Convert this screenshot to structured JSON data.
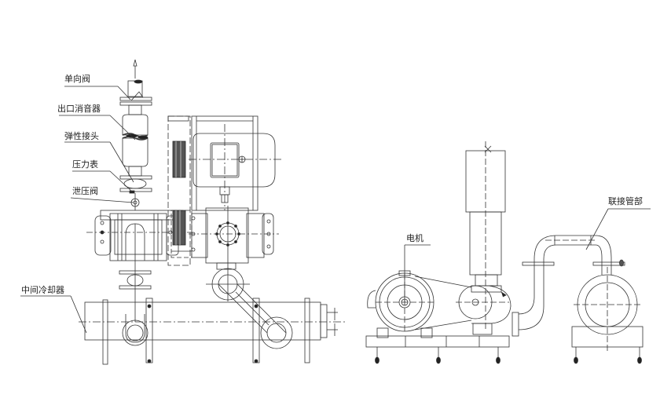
{
  "diagram": {
    "title": "",
    "views": [
      "front-view",
      "side-view"
    ],
    "labels": {
      "check_valve": "单向阀",
      "outlet_silencer": "出口消音器",
      "flexible_joint": "弹性接头",
      "pressure_gauge": "压力表",
      "relief_valve": "泄压阀",
      "intercooler": "中间冷却器",
      "motor": "电机",
      "connecting_pipe": "联接管部"
    },
    "colors": {
      "line": "#333333",
      "background": "#ffffff",
      "belt_fill": "#555555"
    }
  }
}
